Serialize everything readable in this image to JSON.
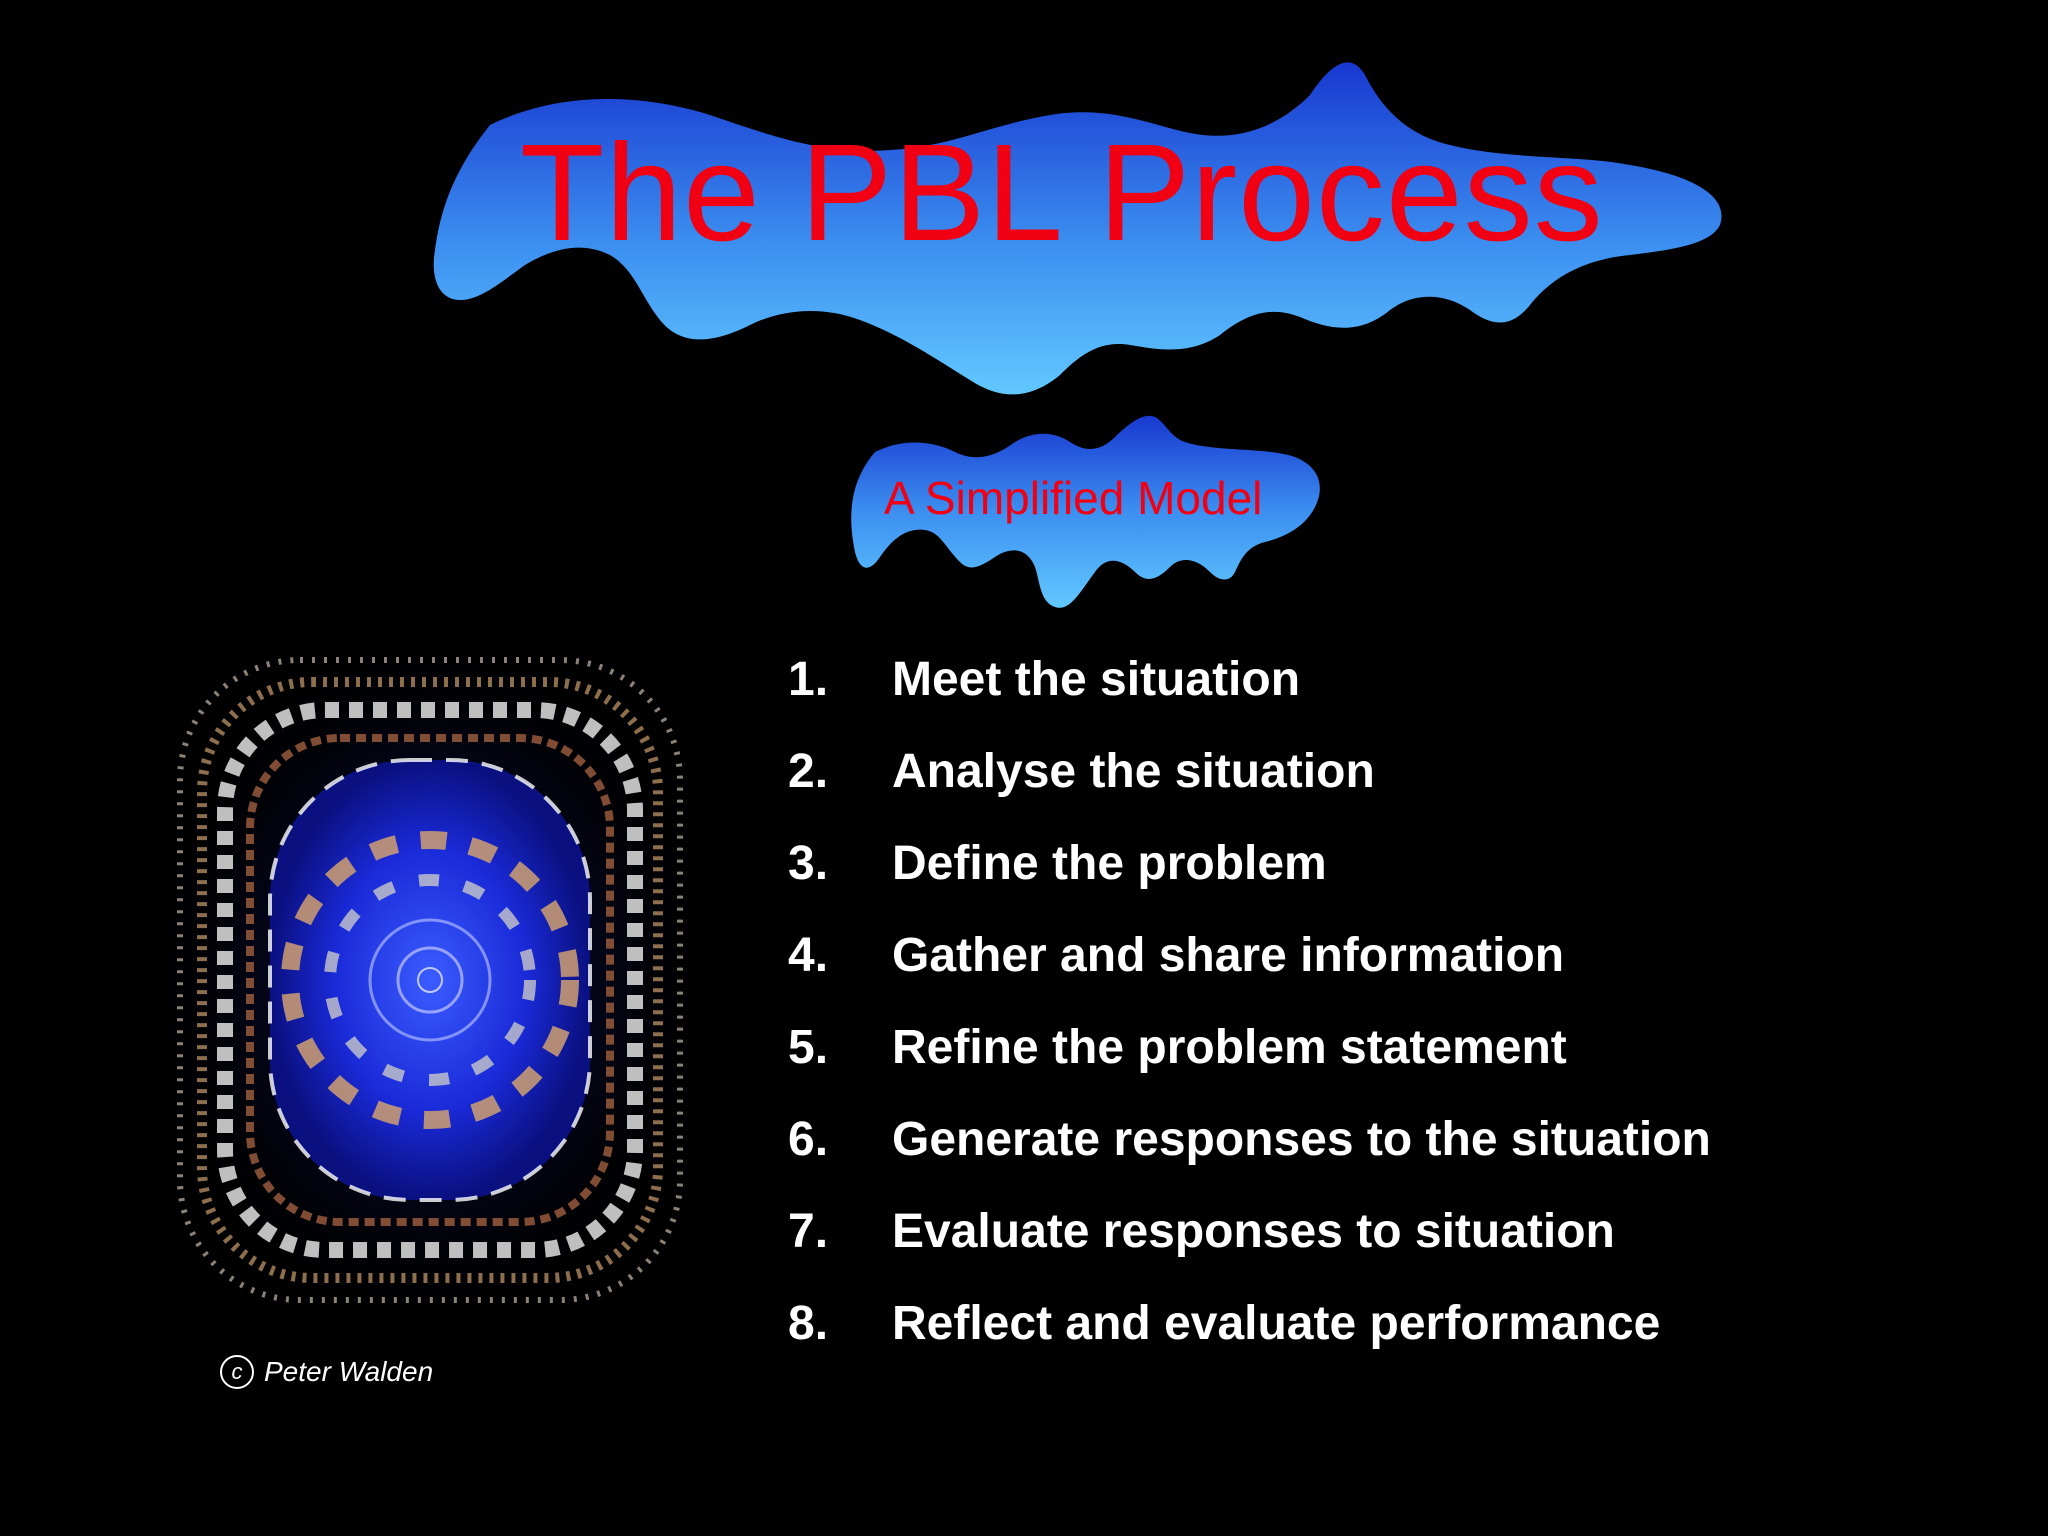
{
  "slide": {
    "title": "The PBL Process",
    "subtitle": "A Simplified Model",
    "steps": [
      {
        "num": "1.",
        "text": "Meet the situation"
      },
      {
        "num": "2.",
        "text": "Analyse the situation"
      },
      {
        "num": "3.",
        "text": "Define the problem"
      },
      {
        "num": "4.",
        "text": "Gather and share information"
      },
      {
        "num": "5.",
        "text": "Refine the problem statement"
      },
      {
        "num": "6.",
        "text": "Generate responses to the situation"
      },
      {
        "num": "7.",
        "text": "Evaluate responses to situation"
      },
      {
        "num": "8.",
        "text": "Reflect and evaluate performance"
      }
    ],
    "credit": {
      "symbol": "c",
      "name": "Peter Walden"
    }
  },
  "colors": {
    "background": "#000000",
    "title_text": "#f00012",
    "blob_top": "#1a3fd6",
    "blob_bottom": "#5ec4ff",
    "step_text": "#ffffff"
  },
  "icons": {
    "artwork": "concentric-mandala-artwork",
    "copyright": "copyright-icon"
  }
}
